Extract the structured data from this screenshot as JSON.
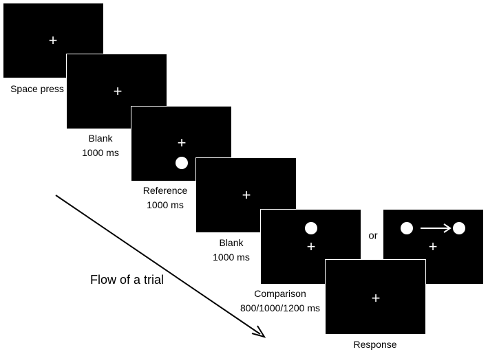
{
  "frames": {
    "space_press": {
      "label": "Space press",
      "fixation": "+"
    },
    "blank1": {
      "label": "Blank",
      "duration": "1000 ms",
      "fixation": "+"
    },
    "reference": {
      "label": "Reference",
      "duration": "1000 ms",
      "fixation": "+"
    },
    "blank2": {
      "label": "Blank",
      "duration": "1000 ms",
      "fixation": "+"
    },
    "comparison": {
      "label": "Comparison",
      "duration": "800/1000/1200 ms",
      "fixation": "+"
    },
    "comparison_alt": {
      "fixation": "+"
    },
    "response": {
      "label": "Response",
      "fixation": "+"
    }
  },
  "or_label": "or",
  "flow_label": "Flow of a trial",
  "colors": {
    "screen": "#000000",
    "stimulus": "#ffffff",
    "text": "#000000"
  }
}
